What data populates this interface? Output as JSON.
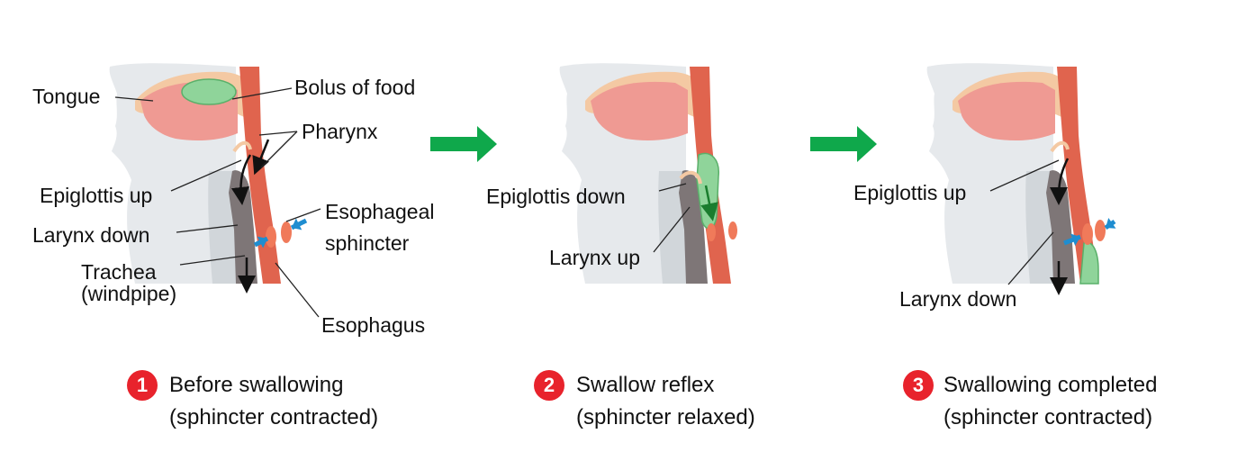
{
  "colors": {
    "skin": "#e6e9ec",
    "skin_shadow": "#c8cdd3",
    "tongue": "#ef9a93",
    "tissue": "#e0644e",
    "outline": "#f4c9a3",
    "bolus": "#8fd49a",
    "larynx": "#7e7677",
    "step_arrow": "#0fa84b",
    "blue_arrow": "#1f8dd0",
    "badge": "#e8232c"
  },
  "panel1": {
    "labels": {
      "tongue": "Tongue",
      "bolus": "Bolus of food",
      "pharynx": "Pharynx",
      "epiglottis": "Epiglottis up",
      "larynx": "Larynx down",
      "trachea_1": "Trachea",
      "trachea_2": "(windpipe)",
      "sphincter_1": "Esophageal",
      "sphincter_2": "sphincter",
      "esophagus": "Esophagus"
    },
    "caption": {
      "number": "1",
      "line1": "Before swallowing",
      "line2": "(sphincter contracted)"
    }
  },
  "panel2": {
    "labels": {
      "epiglottis": "Epiglottis down",
      "larynx": "Larynx up"
    },
    "caption": {
      "number": "2",
      "line1": "Swallow reflex",
      "line2": "(sphincter relaxed)"
    }
  },
  "panel3": {
    "labels": {
      "epiglottis": "Epiglottis up",
      "larynx": "Larynx down"
    },
    "caption": {
      "number": "3",
      "line1": "Swallowing completed",
      "line2": "(sphincter contracted)"
    }
  }
}
